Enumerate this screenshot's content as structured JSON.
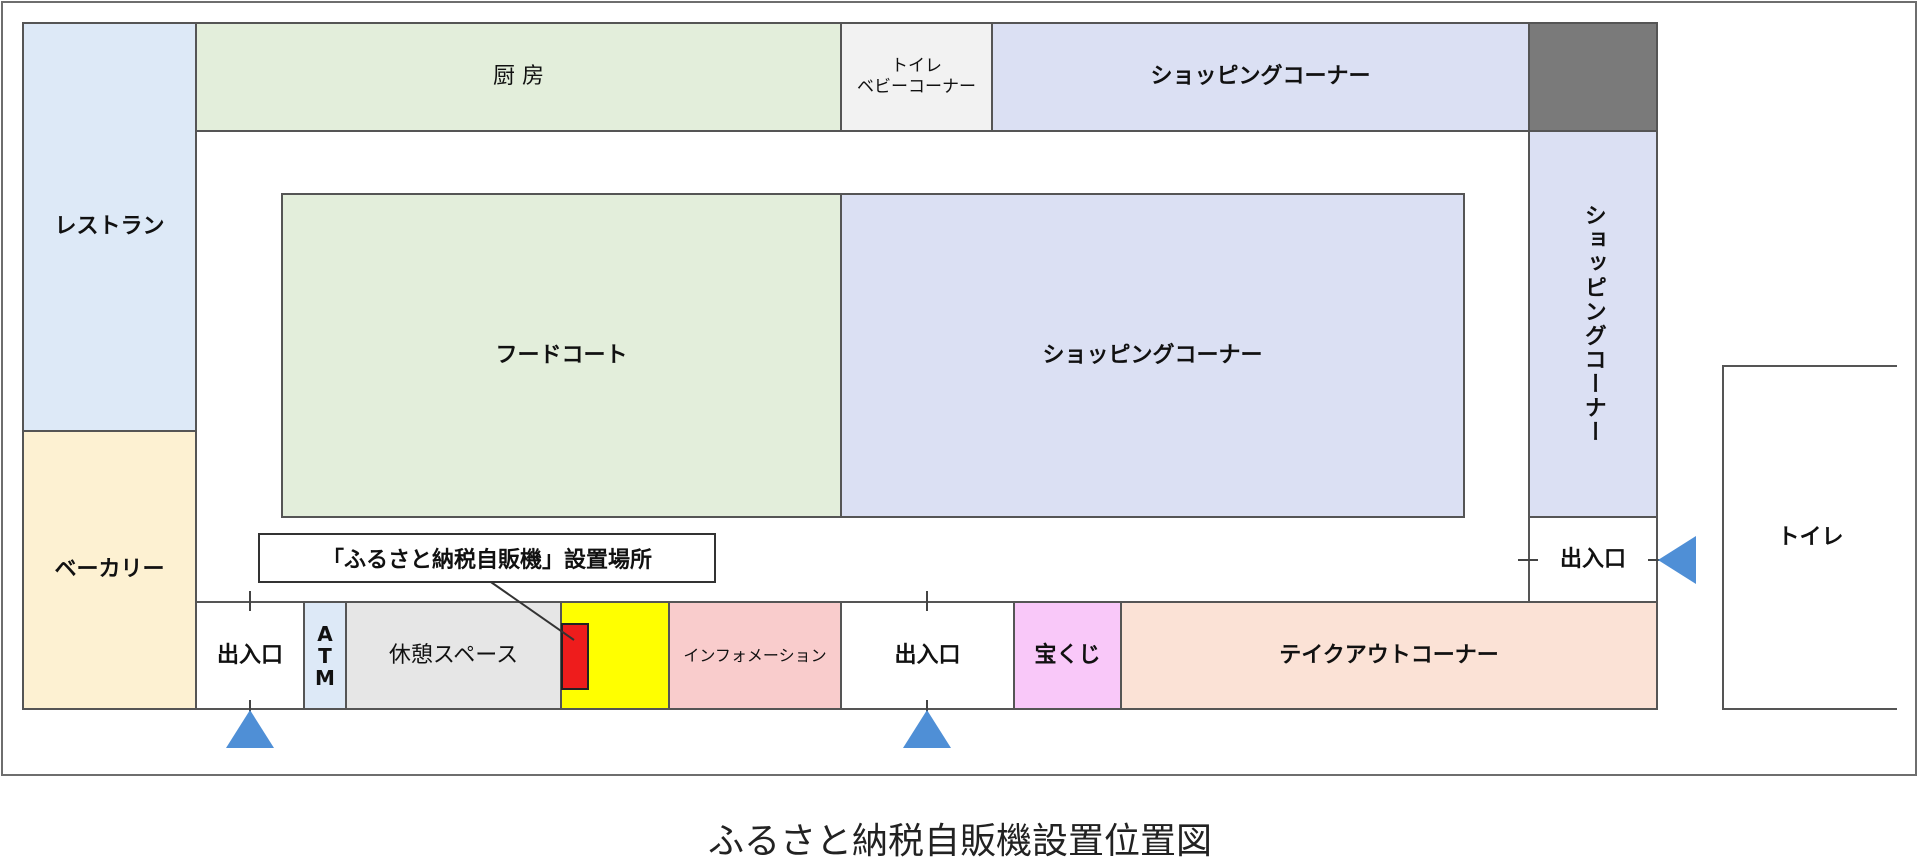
{
  "rooms": {
    "restaurant": "レストラン",
    "bakery": "ベーカリー",
    "kitchen": "厨 房",
    "toilet_baby_line1": "トイレ",
    "toilet_baby_line2": "ベビーコーナー",
    "shopping_top": "ショッピングコーナー",
    "shopping_side": "ショッピングコーナー",
    "food_court": "フードコート",
    "shopping_center": "ショッピングコーナー",
    "entrance_left": "出入口",
    "atm_letters": [
      "A",
      "T",
      "M"
    ],
    "rest_space": "休憩スペース",
    "information": "インフォメーション",
    "entrance_middle": "出入口",
    "lottery": "宝くじ",
    "takeout": "テイクアウトコーナー",
    "entrance_right": "出入口",
    "toilet_outside": "トイレ"
  },
  "callout": "「ふるさと納税自販機」設置場所",
  "caption": "ふるさと納税自販機設置位置図",
  "colors": {
    "restaurant": "#dde9f7",
    "bakery": "#fdf1d2",
    "kitchen": "#e3eedb",
    "toilet_baby": "#f2f2f2",
    "shopping": "#dbe0f3",
    "dark_block": "#7a7a7a",
    "food_court": "#e3eedb",
    "atm": "#dde9f7",
    "rest_space": "#e6e6e6",
    "vending_area": "#ffff00",
    "vending_machine": "#ee1c1c",
    "information": "#f9cccc",
    "lottery": "#f9c8f9",
    "takeout": "#fbe2d6",
    "entrance_marker": "#4f8fd6"
  }
}
